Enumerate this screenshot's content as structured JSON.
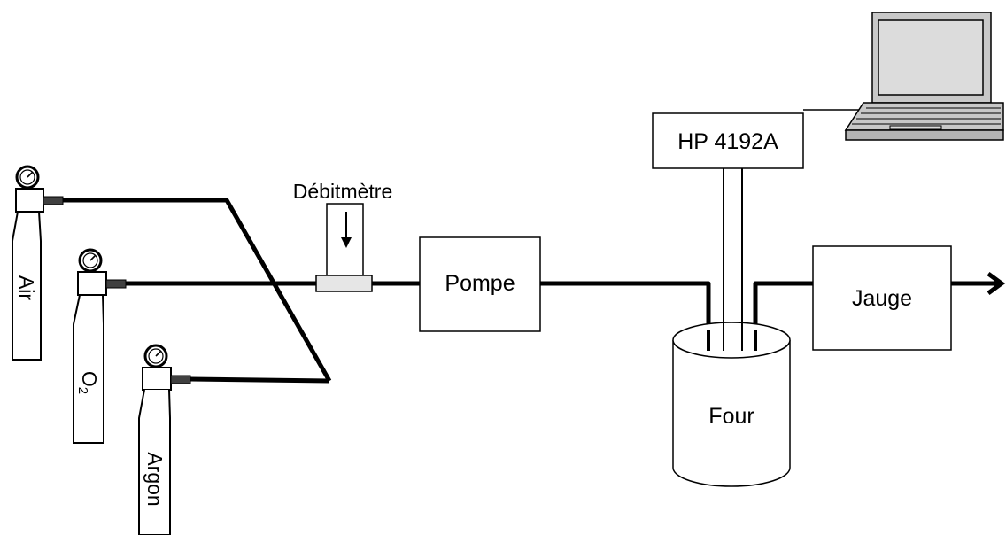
{
  "labels": {
    "flowmeter": "Débitmètre",
    "pump": "Pompe",
    "analyzer": "HP 4192A",
    "furnace": "Four",
    "gauge": "Jauge"
  },
  "cylinders": [
    {
      "id": "air",
      "label": "Air"
    },
    {
      "id": "o2",
      "label": "O",
      "subscript": "2"
    },
    {
      "id": "argon",
      "label": "Argon"
    }
  ],
  "icons": [
    "pressure-gauge-icon",
    "laptop-icon",
    "arrow-right-icon",
    "arrow-down-icon"
  ],
  "colors": {
    "line": "#000000",
    "background": "#ffffff",
    "valve": "#e6e6e6",
    "laptop": "#c8c8c8",
    "laptop_screen": "#dcdcdc",
    "regulator": "#404040"
  }
}
